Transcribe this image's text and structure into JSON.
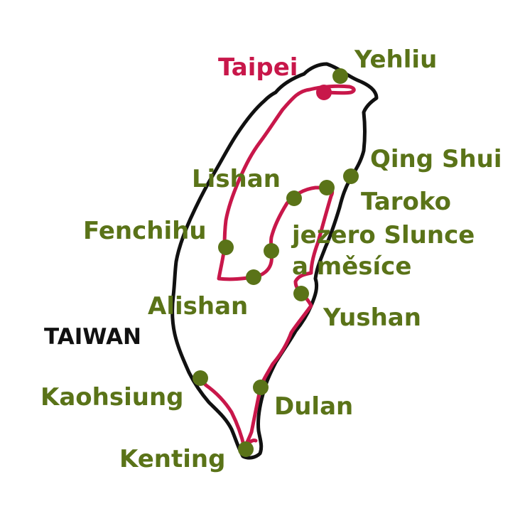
{
  "map": {
    "country_label": "TAIWAN",
    "start": {
      "name": "Taipei"
    },
    "stops": [
      {
        "id": "yehliu",
        "name": "Yehliu"
      },
      {
        "id": "qingshui",
        "name": "Qing Shui"
      },
      {
        "id": "taroko",
        "name": "Taroko"
      },
      {
        "id": "lishan",
        "name": "Lishan"
      },
      {
        "id": "sunmoon",
        "name_line1": "jezero Slunce",
        "name_line2": "a měsíce"
      },
      {
        "id": "fenchihu",
        "name": "Fenchihu"
      },
      {
        "id": "alishan",
        "name": "Alishan"
      },
      {
        "id": "yushan",
        "name": "Yushan"
      },
      {
        "id": "kaohsiung",
        "name": "Kaohsiung"
      },
      {
        "id": "dulan",
        "name": "Dulan"
      },
      {
        "id": "kenting",
        "name": "Kenting"
      }
    ],
    "colors": {
      "route": "#c8174a",
      "stop": "#5a7318",
      "coastline": "#111111",
      "start": "#c8174a"
    }
  }
}
